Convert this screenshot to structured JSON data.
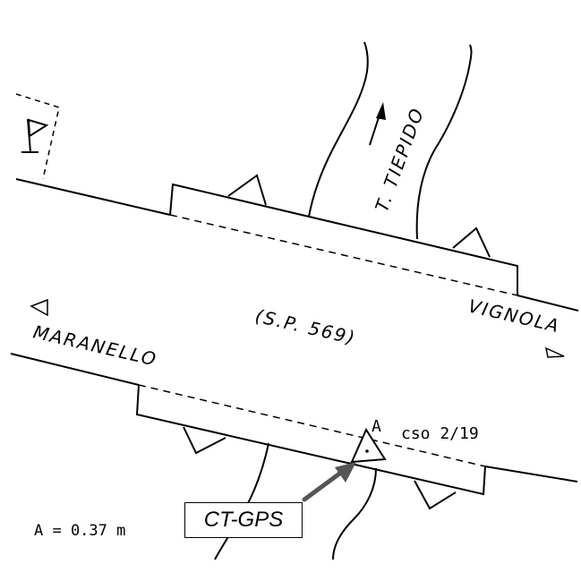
{
  "labels": {
    "stream": "T. TIEPIDO",
    "road": "(S.P. 569)",
    "town_left": "MARANELLO",
    "town_right": "VIGNOLA",
    "benchmark_marker": "A",
    "benchmark_code": "cso 2/19",
    "scale_note": "A = 0.37 m",
    "callout": "CT-GPS"
  },
  "icons": {
    "flag": "flag-icon",
    "benchmark": "triangle-benchmark-icon",
    "direction_left": "left-triangle-arrow-icon",
    "direction_right": "right-triangle-arrow-icon",
    "flow": "flow-arrow-icon",
    "callout_arrow": "callout-arrow-icon"
  },
  "colors": {
    "line": "#000000",
    "callout_arrow": "#555555",
    "background": "#ffffff"
  }
}
